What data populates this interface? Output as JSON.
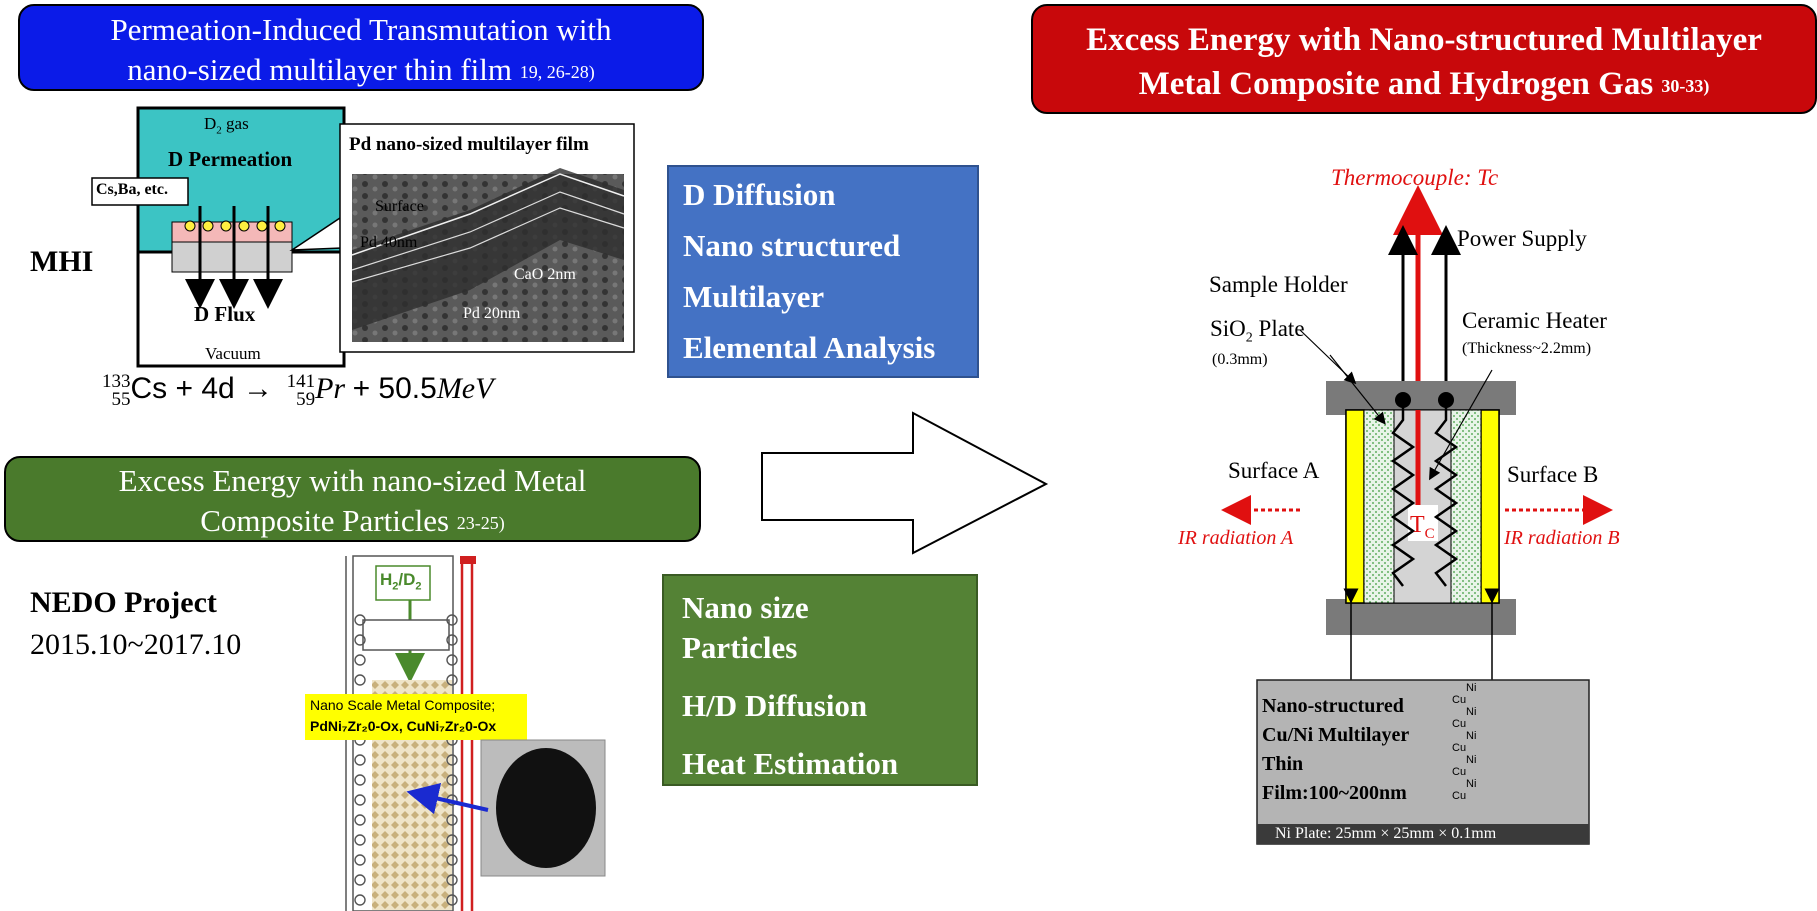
{
  "headers": {
    "blue_line1": "Permeation-Induced  Transmutation with",
    "blue_line2": "nano-sized multilayer thin film",
    "blue_ref": "19, 26-28)",
    "red_line1": "Excess Energy with Nano-structured Multilayer",
    "red_line2": "Metal Composite and Hydrogen Gas",
    "red_ref": "30-33)",
    "green_line1": "Excess Energy with nano-sized Metal",
    "green_line2": "Composite Particles",
    "green_ref": "23-25)"
  },
  "mhi": {
    "label": "MHI",
    "d2_gas": "D",
    "d2_sub": "2",
    "d2_suffix": " gas",
    "d_permeation": "D Permeation",
    "cs_ba": "Cs,Ba, etc.",
    "d_flux": "D Flux",
    "vacuum": "Vacuum",
    "pd_film_title": "Pd nano-sized multilayer film",
    "surface": "Surface",
    "pd40": "Pd 40nm",
    "cao": "CaO 2nm",
    "pd20": "Pd 20nm"
  },
  "equation": {
    "cs_mass": "133",
    "cs_z": "55",
    "cs_sym": "Cs + 4d →",
    "pr_mass": "141",
    "pr_z": "59",
    "pr_sym": "Pr",
    "energy": "+ 50.5",
    "unit": "MeV"
  },
  "info_blue": [
    "D Diffusion",
    "Nano structured",
    "Multilayer",
    "Elemental Analysis"
  ],
  "info_green": [
    "Nano size",
    "Particles",
    "H/D Diffusion",
    "Heat Estimation"
  ],
  "nedo": {
    "label": "NEDO Project",
    "dates": "2015.10~2017.10",
    "h2d2": "H",
    "h2d2_sub1": "2",
    "h2d2_mid": "/D",
    "h2d2_sub2": "2",
    "composite_line1": "Nano Scale Metal Composite;",
    "composite_line2": "PdNi₇Zr₂0-Ox, CuNi₇Zr₂0-Ox"
  },
  "apparatus": {
    "thermocouple": "Thermocouple: Tc",
    "power_supply": "Power Supply",
    "sample_holder": "Sample Holder",
    "sio2_plate_a": "SiO",
    "sio2_plate_sub": "2",
    "sio2_plate_b": " Plate",
    "sio2_thickness": "(0.3mm)",
    "ceramic_heater": "Ceramic Heater",
    "heater_thickness": "(Thickness~2.2mm)",
    "surface_a": "Surface A",
    "surface_b": "Surface B",
    "ir_a": "IR radiation A",
    "ir_b": "IR radiation B",
    "tc": "T",
    "tc_sub": "C",
    "nano_label": [
      "Nano-structured",
      "Cu/Ni Multilayer",
      "Thin",
      "Film:100~200nm"
    ],
    "layers": [
      "Ni",
      "Cu",
      "Ni",
      "Cu",
      "Ni",
      "Cu",
      "Ni",
      "Cu",
      "Ni",
      "Cu"
    ],
    "ni_plate": "Ni Plate: 25mm × 25mm × 0.1mm"
  },
  "colors": {
    "blue_header": "#0b1be8",
    "red_header": "#c8080b",
    "green_header": "#4a7a2c",
    "info_blue": "#4472c4",
    "info_green": "#548235",
    "cyan_chamber": "#3cc4c4",
    "red_arrow": "#e01010",
    "yellow": "#ffff00"
  }
}
